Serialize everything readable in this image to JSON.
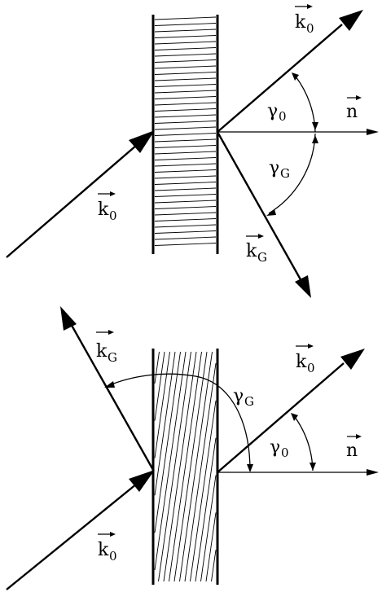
{
  "diagram_top": {
    "labels": {
      "k0_out": {
        "base": "k",
        "sub": "0"
      },
      "n": {
        "base": "n",
        "sub": ""
      },
      "gamma0": {
        "base": "γ",
        "sub": "0"
      },
      "gammaG": {
        "base": "γ",
        "sub": "G"
      },
      "k0_in": {
        "base": "k",
        "sub": "0"
      },
      "kG": {
        "base": "k",
        "sub": "G"
      }
    }
  },
  "diagram_bottom": {
    "labels": {
      "kG": {
        "base": "k",
        "sub": "G"
      },
      "k0_out": {
        "base": "k",
        "sub": "0"
      },
      "gammaG": {
        "base": "γ",
        "sub": "G"
      },
      "gamma0": {
        "base": "γ",
        "sub": "0"
      },
      "n": {
        "base": "n",
        "sub": ""
      },
      "k0_in": {
        "base": "k",
        "sub": "0"
      }
    }
  },
  "colors": {
    "ink": "#000000",
    "background": "#ffffff"
  }
}
